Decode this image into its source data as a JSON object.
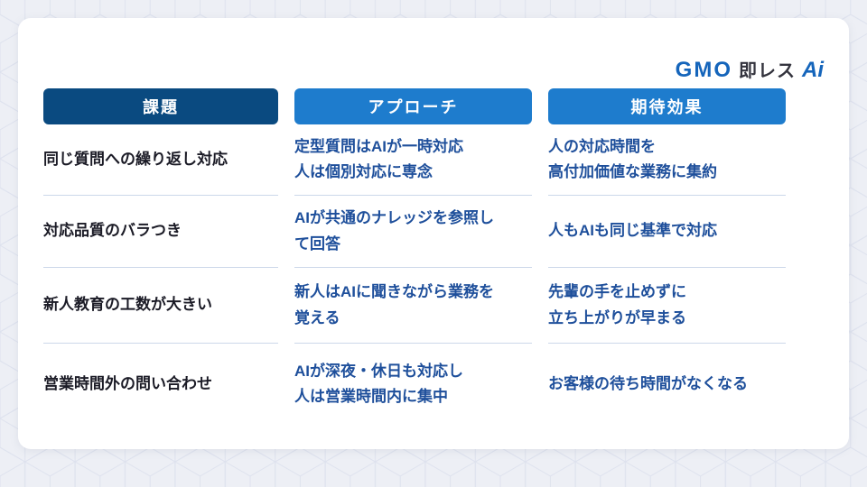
{
  "logo": {
    "gmo": "GMO",
    "product": "即レス",
    "ai": "Ai"
  },
  "colors": {
    "header_issue_bg": "#0a4a80",
    "header_approach_bg": "#1e7ccd",
    "header_effect_bg": "#1e7ccd",
    "issue_text": "#1b1b26",
    "body_text_blue": "#1e4f9b",
    "divider": "#ccd8ea",
    "page_background": "#edeff5",
    "card_background": "#ffffff"
  },
  "table": {
    "headers": [
      {
        "label": "課題",
        "color": "#0a4a80"
      },
      {
        "label": "アプローチ",
        "color": "#1e7ccd"
      },
      {
        "label": "期待効果",
        "color": "#1e7ccd"
      }
    ],
    "rows": [
      {
        "issue": "同じ質問への繰り返し対応",
        "approach": "定型質問はAIが一時対応\n人は個別対応に専念",
        "effect": "人の対応時間を\n高付加価値な業務に集約"
      },
      {
        "issue": "対応品質のバラつき",
        "approach": "AIが共通のナレッジを参照し\nて回答",
        "effect": "人もAIも同じ基準で対応"
      },
      {
        "issue": "新人教育の工数が大きい",
        "approach": "新人はAIに聞きながら業務を\n覚える",
        "effect": "先輩の手を止めずに\n立ち上がりが早まる"
      },
      {
        "issue": "営業時間外の問い合わせ",
        "approach": "AIが深夜・休日も対応し\n人は営業時間内に集中",
        "effect": "お客様の待ち時間がなくなる"
      }
    ]
  }
}
